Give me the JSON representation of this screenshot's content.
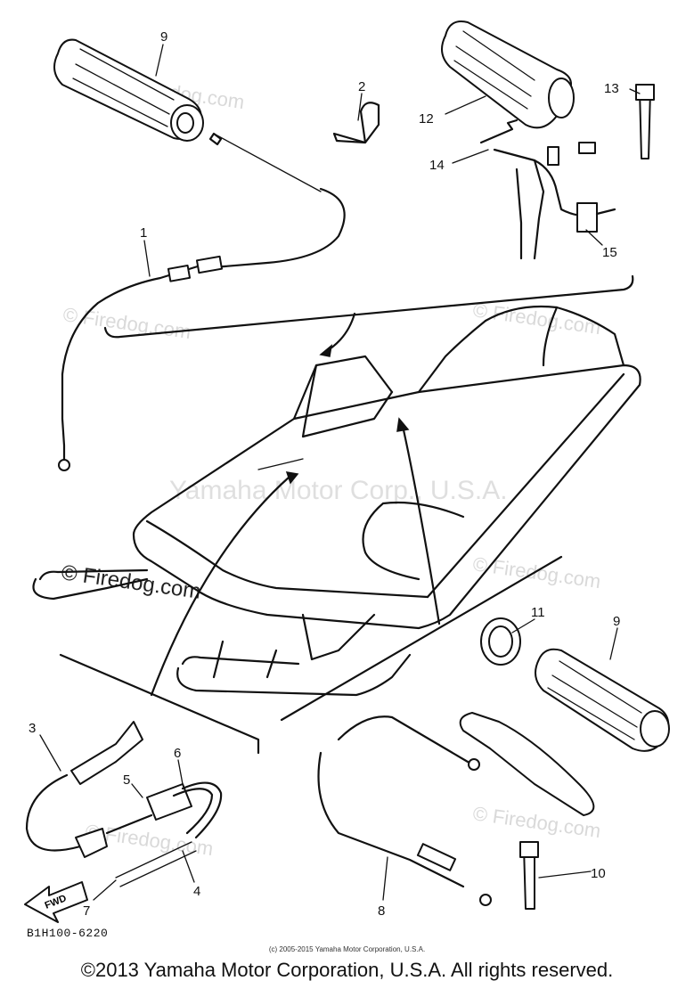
{
  "watermarks": {
    "center": "Yamaha Motor Corp., U.S.A.",
    "firedog": "© Firedog.com"
  },
  "callouts": {
    "p1": "1",
    "p2": "2",
    "p3": "3",
    "p4": "4",
    "p5": "5",
    "p6": "6",
    "p7": "7",
    "p8": "8",
    "p9_top": "9",
    "p9_right": "9",
    "p10": "10",
    "p11": "11",
    "p12": "12",
    "p13": "13",
    "p14": "14",
    "p15": "15"
  },
  "fwd_label": "FWD",
  "diagram_code": "B1H100-6220",
  "small_copyright": "(c) 2005-2015 Yamaha Motor Corporation, U.S.A.",
  "copyright": "©2013 Yamaha Motor Corporation, U.S.A. All rights reserved."
}
